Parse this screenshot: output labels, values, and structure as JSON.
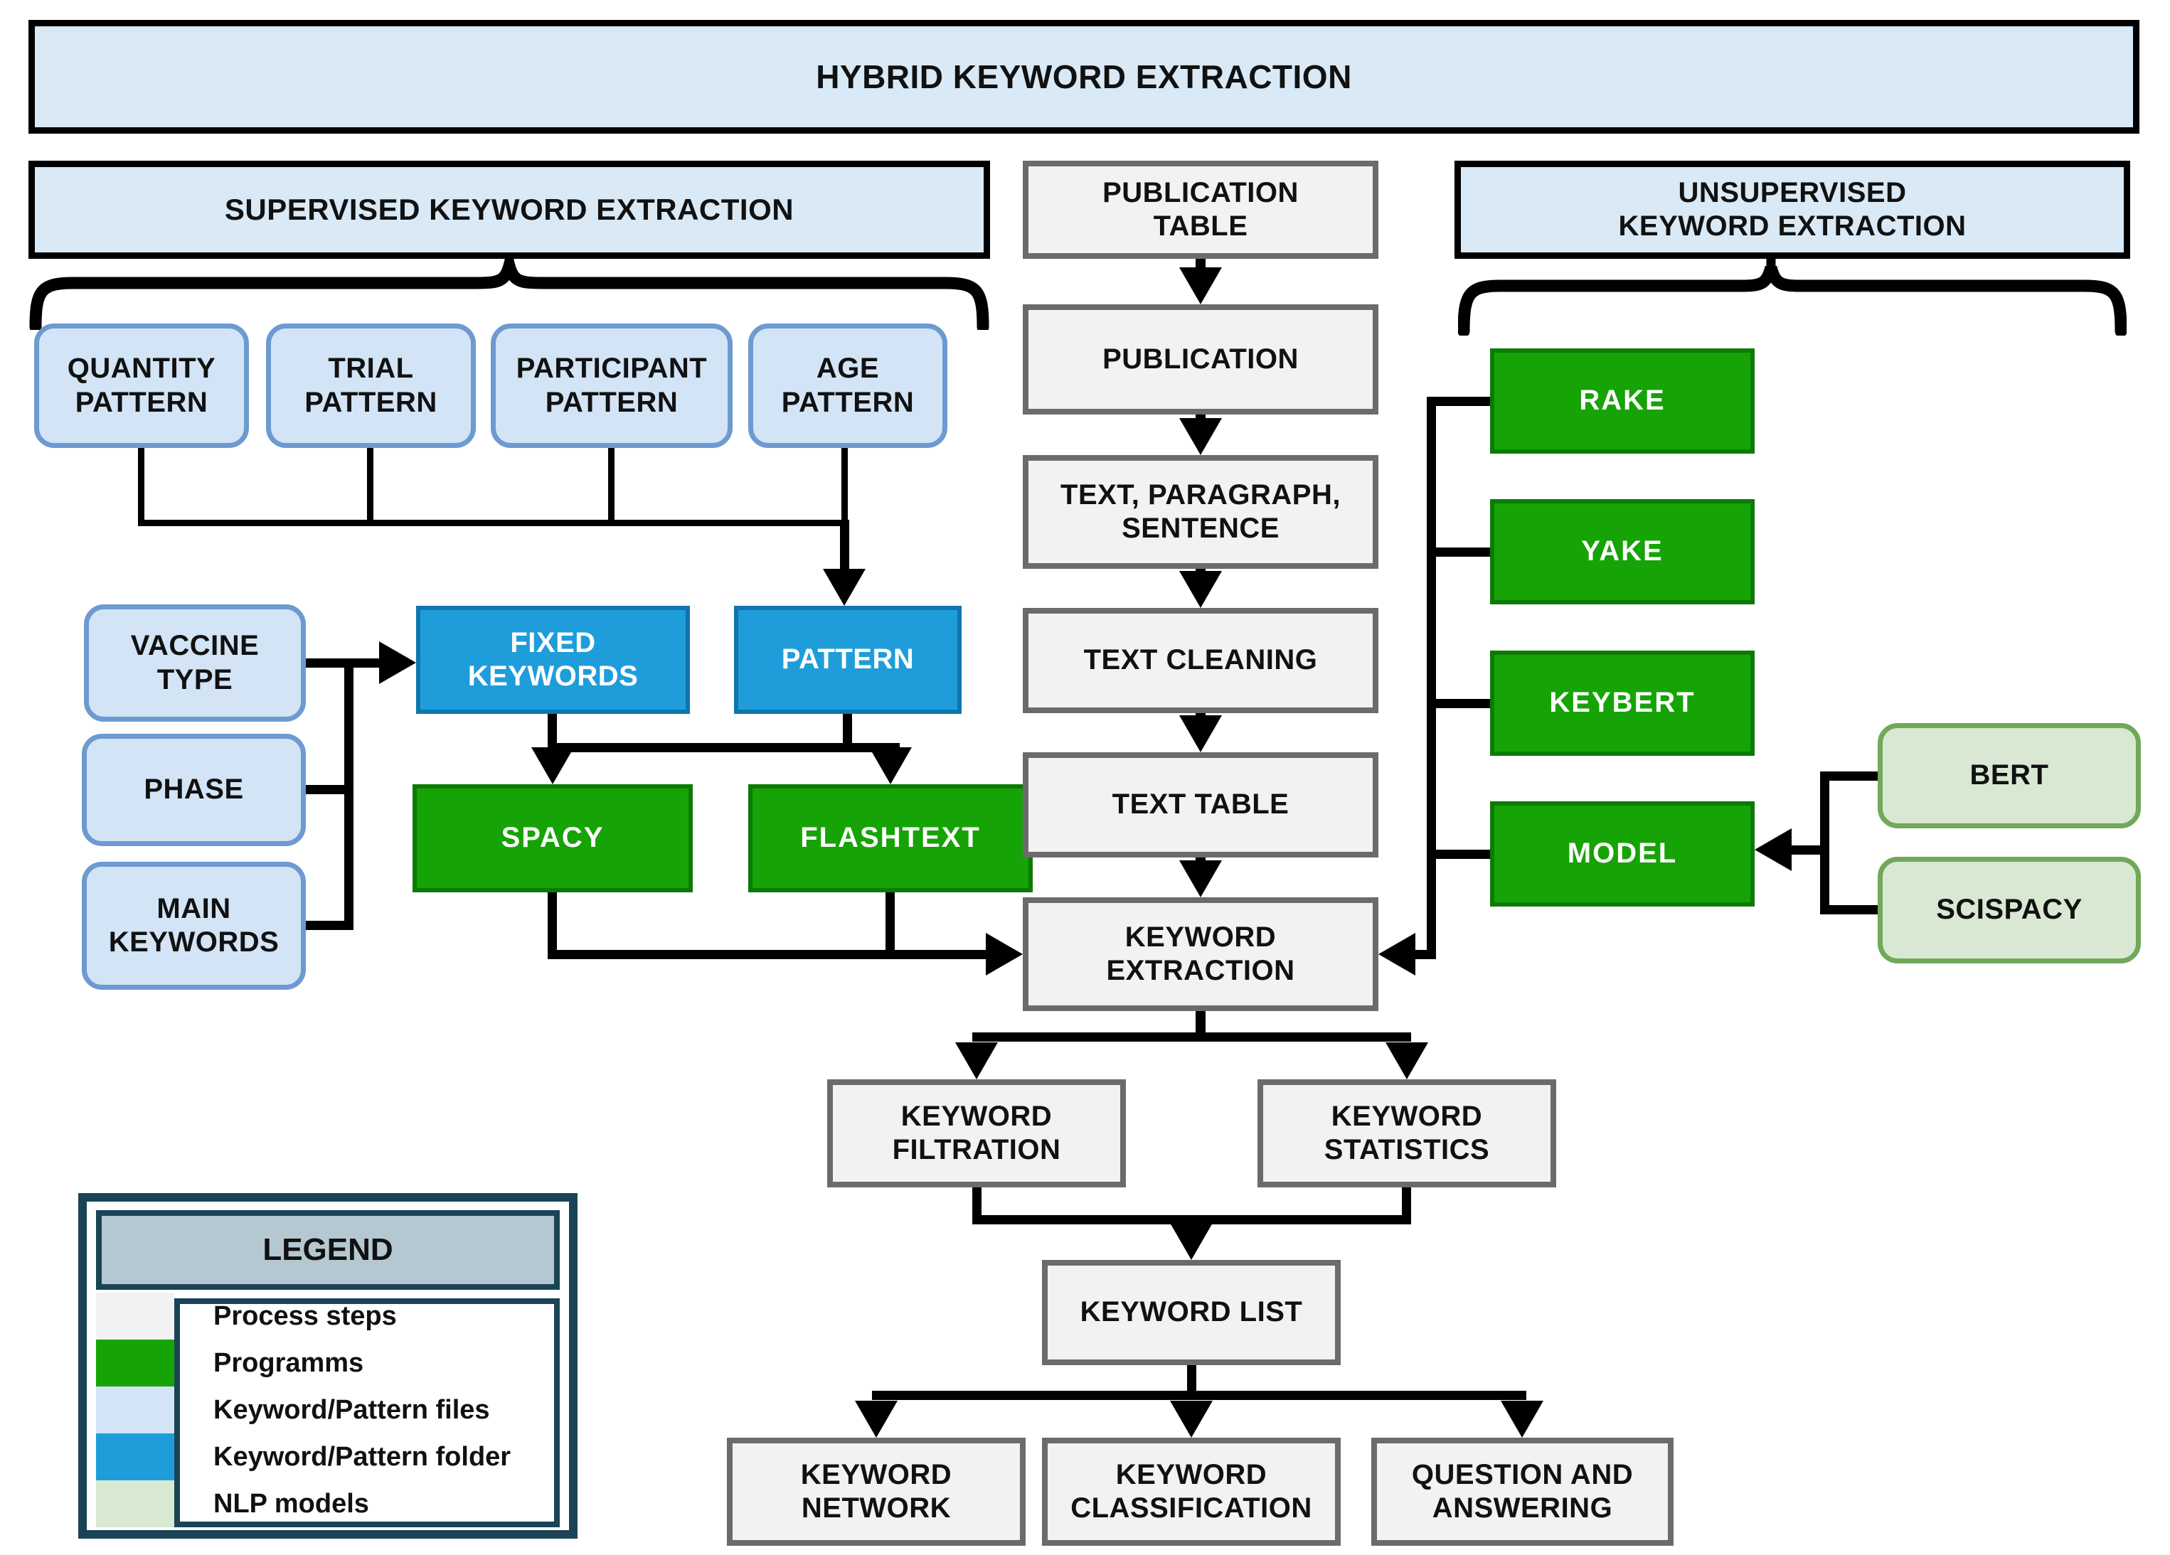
{
  "title": {
    "banner": "HYBRID KEYWORD EXTRACTION"
  },
  "headers": {
    "supervised": {
      "lines": [
        "SUPERVISED KEYWORD EXTRACTION"
      ]
    },
    "unsupervised": {
      "lines": [
        "UNSUPERVISED",
        "KEYWORD EXTRACTION"
      ]
    }
  },
  "nodes": {
    "quantity_pattern": {
      "type": "keyword-pattern-file",
      "lines": [
        "QUANTITY",
        "PATTERN"
      ]
    },
    "trial_pattern": {
      "type": "keyword-pattern-file",
      "lines": [
        "TRIAL",
        "PATTERN"
      ]
    },
    "participant_pattern": {
      "type": "keyword-pattern-file",
      "lines": [
        "PARTICIPANT",
        "PATTERN"
      ]
    },
    "age_pattern": {
      "type": "keyword-pattern-file",
      "lines": [
        "AGE",
        "PATTERN"
      ]
    },
    "vaccine_type": {
      "type": "keyword-pattern-file",
      "lines": [
        "VACCINE",
        "TYPE"
      ]
    },
    "phase": {
      "type": "keyword-pattern-file",
      "lines": [
        "PHASE"
      ]
    },
    "main_keywords": {
      "type": "keyword-pattern-file",
      "lines": [
        "MAIN",
        "KEYWORDS"
      ]
    },
    "fixed_keywords": {
      "type": "keyword-pattern-folder",
      "lines": [
        "FIXED",
        "KEYWORDS"
      ]
    },
    "pattern": {
      "type": "keyword-pattern-folder",
      "lines": [
        "PATTERN"
      ]
    },
    "spacy": {
      "type": "program",
      "lines": [
        "SPACY"
      ]
    },
    "flashtext": {
      "type": "program",
      "lines": [
        "FLASHTEXT"
      ]
    },
    "rake": {
      "type": "program",
      "lines": [
        "RAKE"
      ]
    },
    "yake": {
      "type": "program",
      "lines": [
        "YAKE"
      ]
    },
    "keybert": {
      "type": "program",
      "lines": [
        "KEYBERT"
      ]
    },
    "model": {
      "type": "program",
      "lines": [
        "MODEL"
      ]
    },
    "bert": {
      "type": "nlp-model",
      "lines": [
        "BERT"
      ]
    },
    "scispacy": {
      "type": "nlp-model",
      "lines": [
        "SCISPACY"
      ]
    },
    "publication_table": {
      "type": "process-step",
      "lines": [
        "PUBLICATION",
        "TABLE"
      ]
    },
    "publication": {
      "type": "process-step",
      "lines": [
        "PUBLICATION"
      ]
    },
    "text_paragraph_sentence": {
      "type": "process-step",
      "lines": [
        "TEXT, PARAGRAPH,",
        "SENTENCE"
      ]
    },
    "text_cleaning": {
      "type": "process-step",
      "lines": [
        "TEXT CLEANING"
      ]
    },
    "text_table": {
      "type": "process-step",
      "lines": [
        "TEXT TABLE"
      ]
    },
    "keyword_extraction": {
      "type": "process-step",
      "lines": [
        "KEYWORD",
        "EXTRACTION"
      ]
    },
    "keyword_filtration": {
      "type": "process-step",
      "lines": [
        "KEYWORD",
        "FILTRATION"
      ]
    },
    "keyword_statistics": {
      "type": "process-step",
      "lines": [
        "KEYWORD",
        "STATISTICS"
      ]
    },
    "keyword_list": {
      "type": "process-step",
      "lines": [
        "KEYWORD LIST"
      ]
    },
    "keyword_network": {
      "type": "process-step",
      "lines": [
        "KEYWORD",
        "NETWORK"
      ]
    },
    "keyword_classification": {
      "type": "process-step",
      "lines": [
        "KEYWORD",
        "CLASSIFICATION"
      ]
    },
    "question_answering": {
      "type": "process-step",
      "lines": [
        "QUESTION AND",
        "ANSWERING"
      ]
    }
  },
  "legend": {
    "title": "LEGEND",
    "items": [
      {
        "label": "Process steps",
        "color": "#f2f2f2"
      },
      {
        "label": "Programms",
        "color": "#16a306"
      },
      {
        "label": "Keyword/Pattern files",
        "color": "#d2e4f6"
      },
      {
        "label": "Keyword/Pattern folder",
        "color": "#1f9ddb"
      },
      {
        "label": "NLP models",
        "color": "#d9e8d2"
      }
    ]
  },
  "colors": {
    "header_bg": "#d9e9f6",
    "process_bg": "#f2f2f2",
    "process_border": "#6b6b6b",
    "program_bg": "#16a306",
    "program_border": "#0c7a05",
    "file_bg": "#d2e4f6",
    "file_border": "#6d9ad0",
    "folder_bg": "#1f9ddb",
    "folder_border": "#0e76ad",
    "nlp_bg": "#d9e8d2",
    "nlp_border": "#71a85a",
    "legend_border": "#1a4456",
    "legend_header_bg": "#b5c8d2",
    "connector": "#000000"
  }
}
